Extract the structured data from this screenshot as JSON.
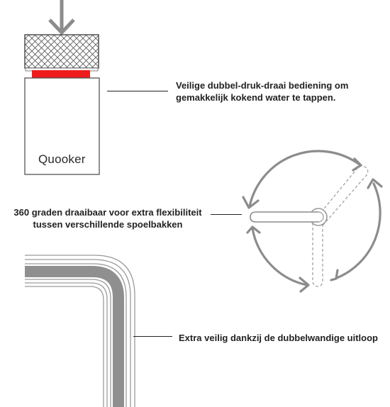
{
  "tap_control": {
    "brand_logo": "Quooker",
    "caption": "Veilige dubbel-druk-draai bediening om gemakkelijk kokend water te tappen.",
    "push_arrow_icon": "arrow-down-icon",
    "safety_ring_color": "#ee1c1c"
  },
  "rotation": {
    "caption": "360 graden draaibaar voor extra flexibiliteit tussen verschillende spoelbakken",
    "rotation_arrow_icon": "curved-arrow-icon"
  },
  "spout": {
    "caption": "Extra veilig dankzij de dubbelwandige uitloop"
  },
  "colors": {
    "illustration_gray": "#9a9a9a",
    "text": "#222222",
    "accent_red": "#ee1c1c"
  }
}
